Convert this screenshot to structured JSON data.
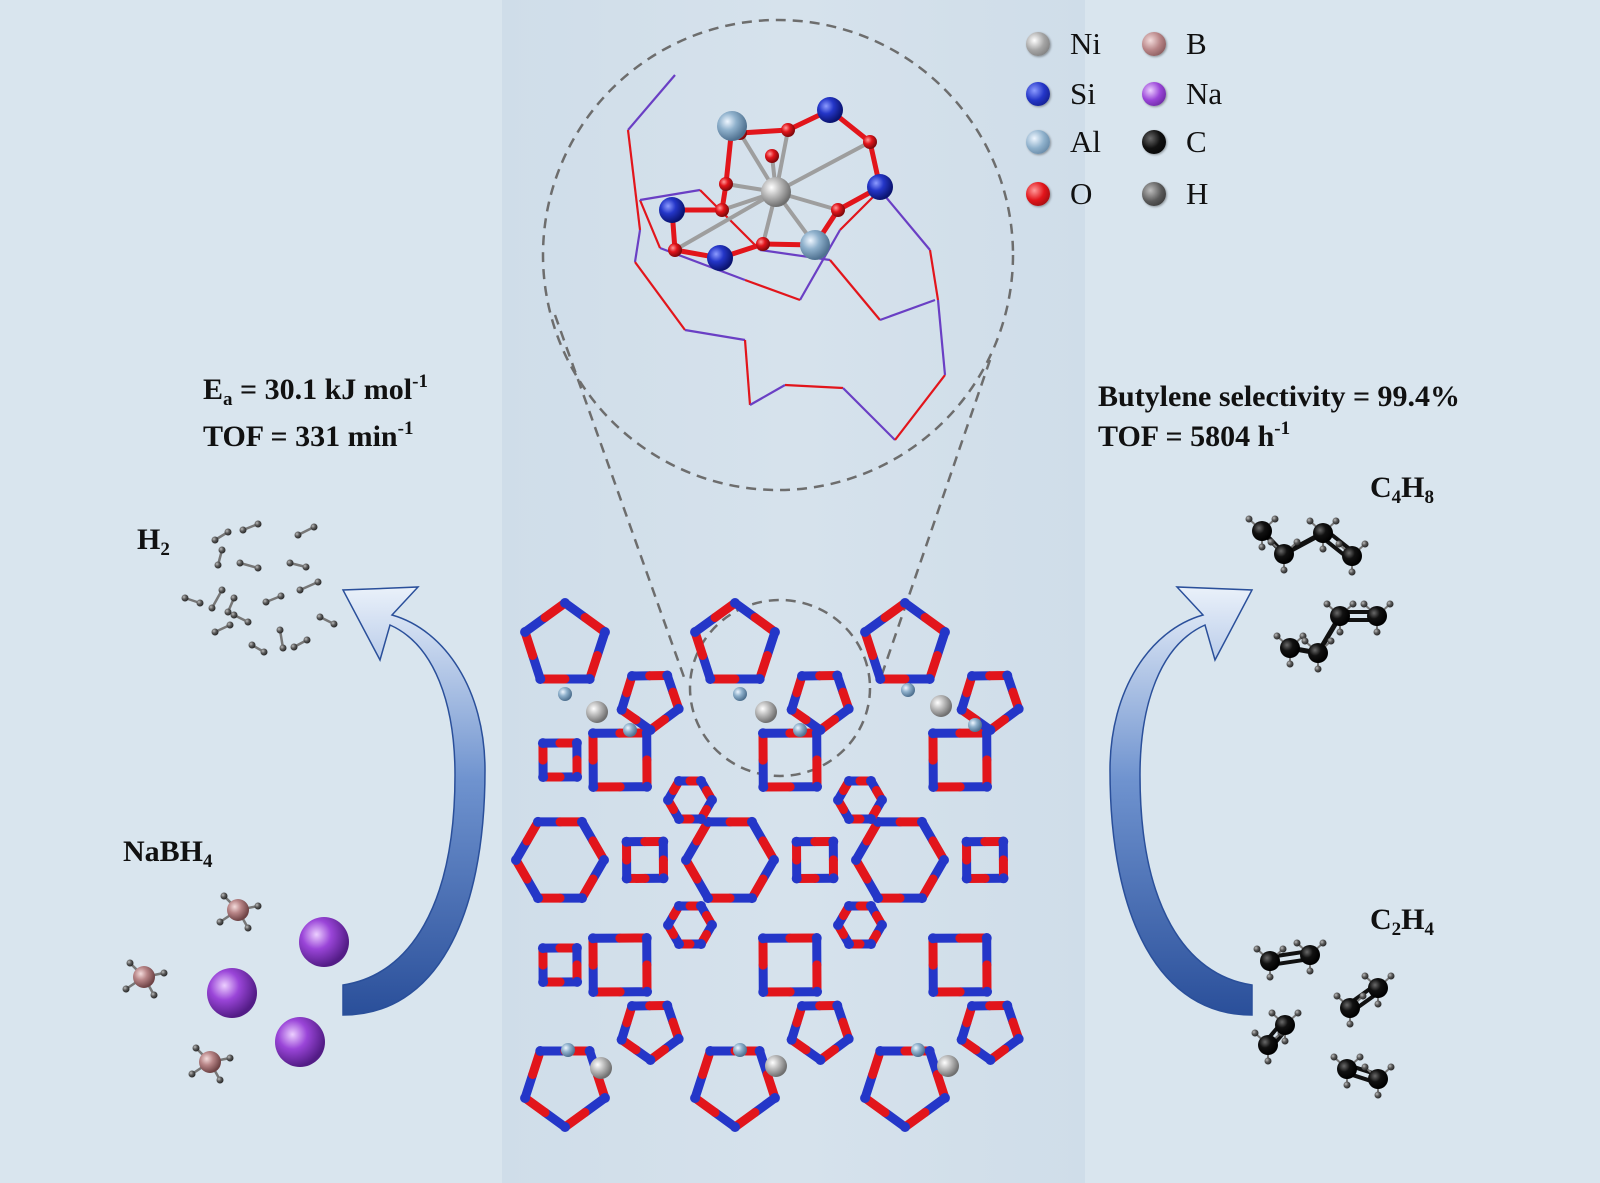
{
  "legend": [
    {
      "symbol": "Ni",
      "color": "#a5a5a5"
    },
    {
      "symbol": "B",
      "color": "#b88587"
    },
    {
      "symbol": "Si",
      "color": "#2436c8"
    },
    {
      "symbol": "Na",
      "color": "#9a45d8"
    },
    {
      "symbol": "Al",
      "color": "#8fb1cc"
    },
    {
      "symbol": "C",
      "color": "#0b0b0b"
    },
    {
      "symbol": "O",
      "color": "#e2151b"
    },
    {
      "symbol": "H",
      "color": "#4d4d4d"
    }
  ],
  "left_metrics": {
    "ea_sym": "E",
    "ea_sub": "a",
    "ea_text": " = 30.1 kJ mol",
    "ea_sup": "-1",
    "tof_text": "TOF = 331 min",
    "tof_sup": "-1"
  },
  "right_metrics": {
    "sel_text": "Butylene selectivity = 99.4%",
    "tof_text": "TOF = 5804 h",
    "tof_sup": "-1"
  },
  "molecules": {
    "h2": {
      "a": "H",
      "a_sub": "2"
    },
    "nabh4": {
      "a": "NaBH",
      "a_sub": "4"
    },
    "c4h8": {
      "a": "C",
      "a_sub": "4",
      "b": "H",
      "b_sub": "8"
    },
    "c2h4": {
      "a": "C",
      "a_sub": "2",
      "b": "H",
      "b_sub": "4"
    }
  },
  "colors": {
    "background": "#d9e5ee",
    "center_panel": "#d3e0eb",
    "framework_red": "#e2151b",
    "framework_blue": "#2436c8",
    "arrow_dark": "#2a4f9a",
    "arrow_light": "#eaf1fa"
  }
}
